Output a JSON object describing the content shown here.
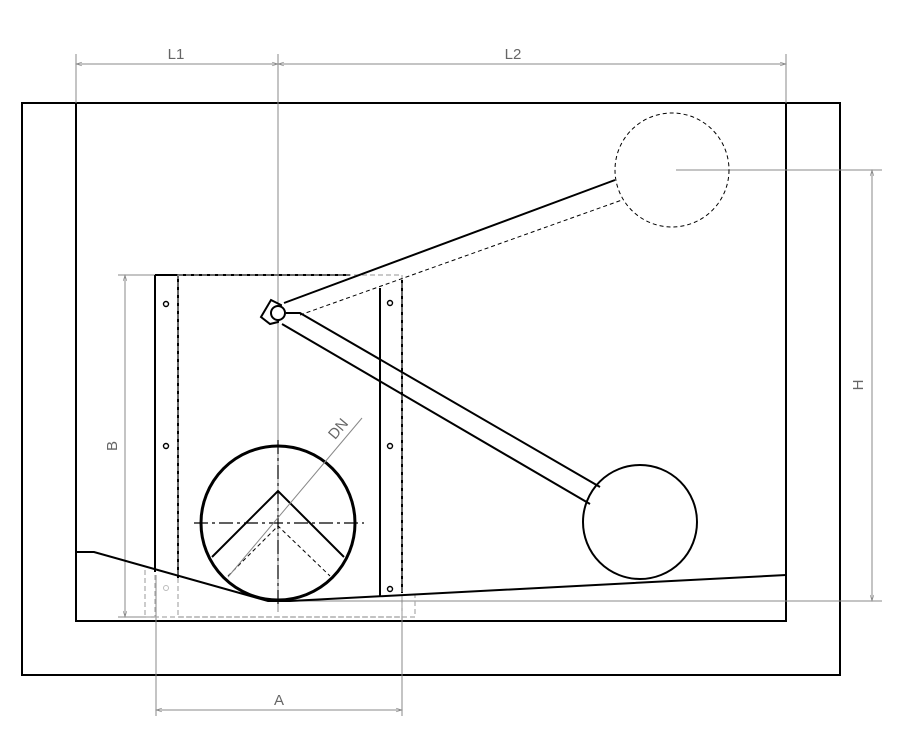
{
  "dimensions": {
    "l1": "L1",
    "l2": "L2",
    "h": "H",
    "b": "B",
    "a": "A",
    "dn": "DN"
  }
}
